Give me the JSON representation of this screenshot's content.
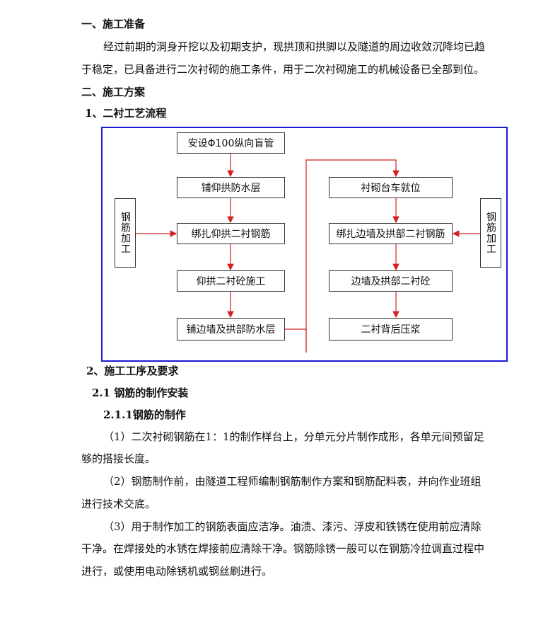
{
  "section1": {
    "heading": "一、施工准备",
    "para_line1": "经过前期的洞身开挖以及初期支护，现拱顶和拱脚以及隧道的周边收敛沉降均已趋",
    "para_line2": "于稳定，已具备进行二次衬砌的施工条件，用于二次衬砌施工的机械设备已全部到位。"
  },
  "section2": {
    "heading": "二、施工方案",
    "sub1": "1、二衬工艺流程"
  },
  "flowchart": {
    "left_column": [
      "安设Φ100纵向盲管",
      "铺仰拱防水层",
      "绑扎仰拱二衬钢筋",
      "仰拱二衬砼施工",
      "铺边墙及拱部防水层"
    ],
    "right_column": [
      "衬砌台车就位",
      "绑扎边墙及拱部二衬钢筋",
      "边墙及拱部二衬砼",
      "二衬背后压浆"
    ],
    "left_side_box": "钢筋加工",
    "right_side_box": "钢筋加工",
    "arrow_color": "#d42020",
    "frame_color": "#1a1ad6"
  },
  "section3": {
    "sub2": "2、施工工序及要求",
    "sub21": "2.1 钢筋的制作安装",
    "sub211": "2.1.1钢筋的制作",
    "p1_line1": "（1）二次衬砌钢筋在1：1的制作样台上，分单元分片制作成形，各单元间预留足",
    "p1_line2": "够的搭接长度。",
    "p2_line1": "（2）钢筋制作前，由隧道工程师编制钢筋制作方案和钢筋配料表，并向作业班组",
    "p2_line2": "进行技术交底。",
    "p3_line1": "（3）用于制作加工的钢筋表面应洁净。油渍、漆污、浮皮和铁锈在使用前应清除",
    "p3_line2": "干净。在焊接处的水锈在焊接前应清除干净。钢筋除锈一般可以在钢筋冷拉调直过程中",
    "p3_line3": "进行，或使用电动除锈机或钢丝刷进行。"
  }
}
